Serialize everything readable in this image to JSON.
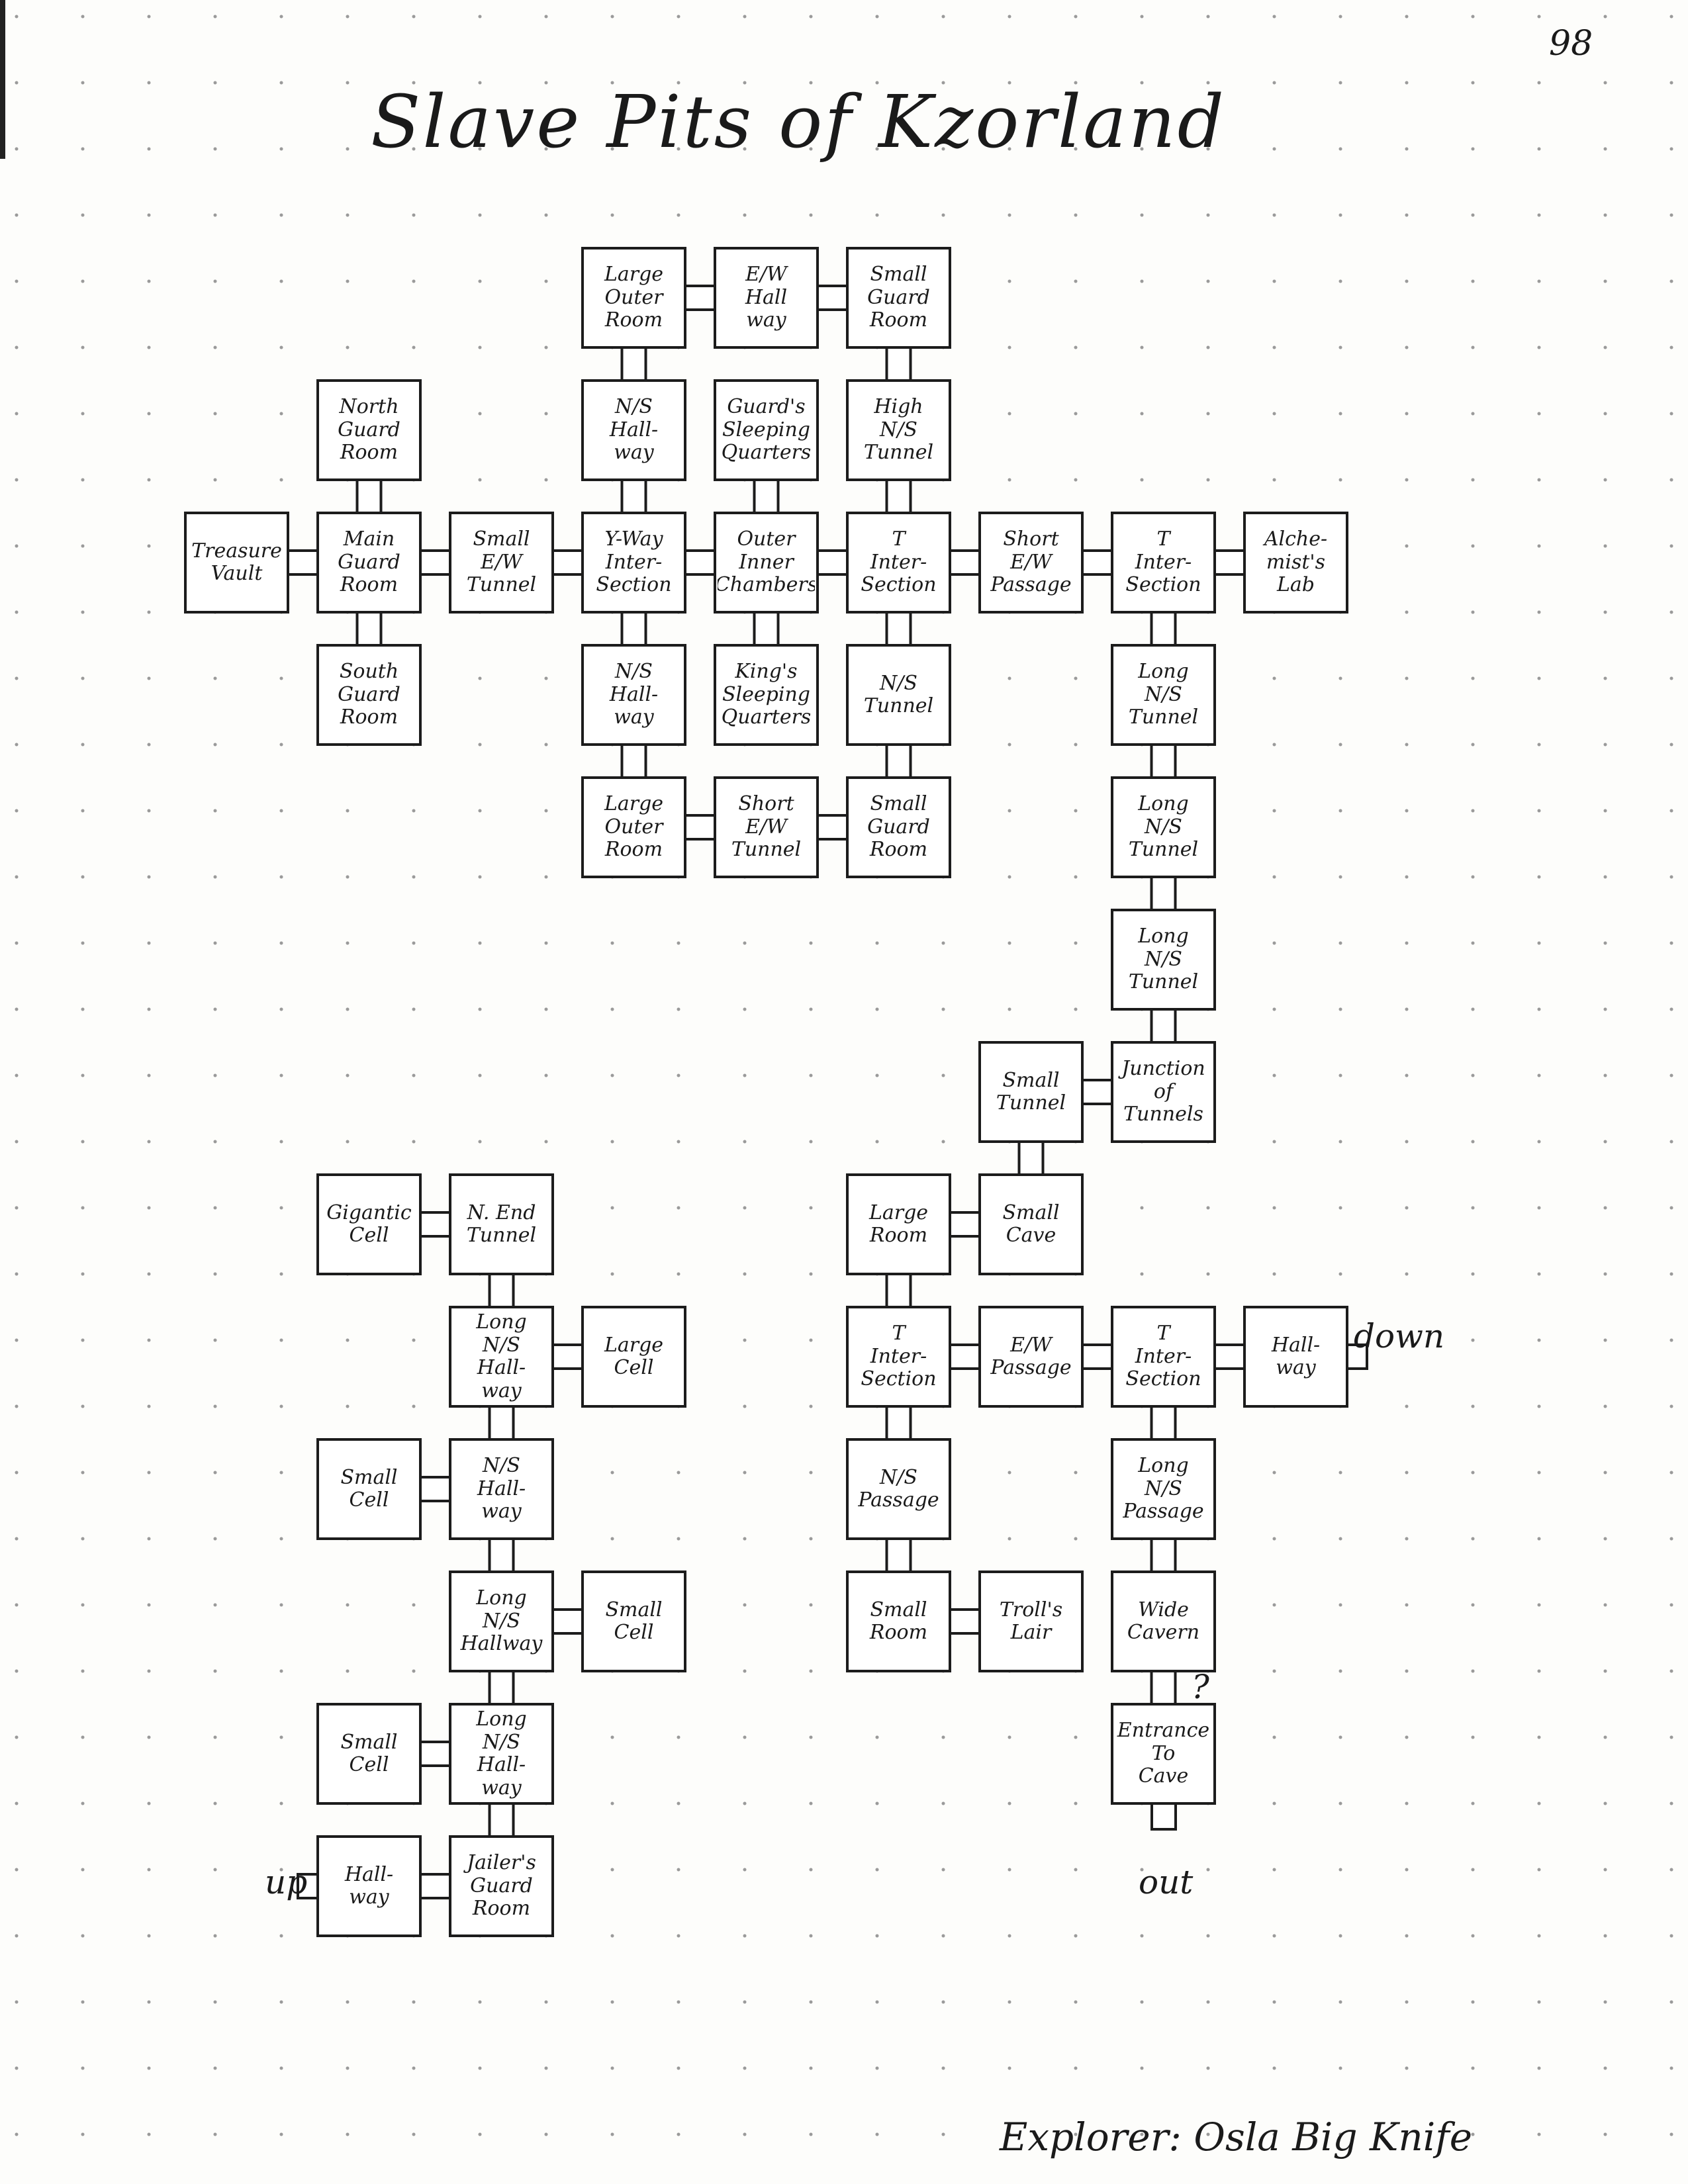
{
  "page_number": "98",
  "title": "Slave Pits of Kzorland",
  "explorer": "Explorer: Osla Big Knife",
  "notes": {
    "up": "up",
    "down": "down",
    "out": "out",
    "question": "?"
  },
  "rooms": [
    {
      "id": "large-outer-room-nw",
      "label": "Large\nOuter\nRoom"
    },
    {
      "id": "ew-hallway-top",
      "label": "E/W\nHall\nway"
    },
    {
      "id": "small-guard-room-ne",
      "label": "Small\nGuard\nRoom"
    },
    {
      "id": "north-guard-room",
      "label": "North\nGuard\nRoom"
    },
    {
      "id": "ns-hallway-upper",
      "label": "N/S\nHall-\nway"
    },
    {
      "id": "guards-sleeping-quarters",
      "label": "Guard's\nSleeping\nQuarters"
    },
    {
      "id": "high-ns-tunnel",
      "label": "High\nN/S\nTunnel"
    },
    {
      "id": "treasure-vault",
      "label": "Treasure\nVault"
    },
    {
      "id": "main-guard-room",
      "label": "Main\nGuard\nRoom"
    },
    {
      "id": "small-ew-tunnel",
      "label": "Small\nE/W\nTunnel"
    },
    {
      "id": "y-way-intersection",
      "label": "Y-Way\nInter-\nSection"
    },
    {
      "id": "outer-inner-chambers",
      "label": "Outer\nInner\nChambers"
    },
    {
      "id": "t-intersection-1",
      "label": "T\nInter-\nSection"
    },
    {
      "id": "short-ew-passage",
      "label": "Short\nE/W\nPassage"
    },
    {
      "id": "t-intersection-2",
      "label": "T\nInter-\nSection"
    },
    {
      "id": "alchemists-lab",
      "label": "Alche-\nmist's\nLab"
    },
    {
      "id": "south-guard-room",
      "label": "South\nGuard\nRoom"
    },
    {
      "id": "ns-hallway-lower",
      "label": "N/S\nHall-\nway"
    },
    {
      "id": "kings-sleeping-quarters",
      "label": "King's\nSleeping\nQuarters"
    },
    {
      "id": "ns-tunnel",
      "label": "N/S\nTunnel"
    },
    {
      "id": "long-ns-tunnel-1",
      "label": "Long\nN/S\nTunnel"
    },
    {
      "id": "large-outer-room-sw",
      "label": "Large\nOuter\nRoom"
    },
    {
      "id": "short-ew-tunnel",
      "label": "Short\nE/W\nTunnel"
    },
    {
      "id": "small-guard-room-se",
      "label": "Small\nGuard\nRoom"
    },
    {
      "id": "long-ns-tunnel-2",
      "label": "Long\nN/S\nTunnel"
    },
    {
      "id": "long-ns-tunnel-3",
      "label": "Long\nN/S\nTunnel"
    },
    {
      "id": "small-tunnel",
      "label": "Small\nTunnel"
    },
    {
      "id": "junction-of-tunnels",
      "label": "Junction\nof\nTunnels"
    },
    {
      "id": "gigantic-cell",
      "label": "Gigantic\nCell"
    },
    {
      "id": "n-end-tunnel",
      "label": "N. End\nTunnel"
    },
    {
      "id": "large-room",
      "label": "Large\nRoom"
    },
    {
      "id": "small-cave",
      "label": "Small\nCave"
    },
    {
      "id": "long-ns-hallway-1",
      "label": "Long\nN/S\nHall-\nway"
    },
    {
      "id": "large-cell",
      "label": "Large\nCell"
    },
    {
      "id": "t-intersection-3",
      "label": "T\nInter-\nSection"
    },
    {
      "id": "ew-passage",
      "label": "E/W\nPassage"
    },
    {
      "id": "t-intersection-4",
      "label": "T\nInter-\nSection"
    },
    {
      "id": "hallway-east",
      "label": "Hall-\nway"
    },
    {
      "id": "small-cell-1",
      "label": "Small\nCell"
    },
    {
      "id": "ns-hallway-cells",
      "label": "N/S\nHall-\nway"
    },
    {
      "id": "ns-passage",
      "label": "N/S\nPassage"
    },
    {
      "id": "long-ns-passage",
      "label": "Long\nN/S\nPassage"
    },
    {
      "id": "long-ns-hallway-2",
      "label": "Long\nN/S\nHallway"
    },
    {
      "id": "small-cell-2",
      "label": "Small\nCell"
    },
    {
      "id": "small-room",
      "label": "Small\nRoom"
    },
    {
      "id": "trolls-lair",
      "label": "Troll's\nLair"
    },
    {
      "id": "wide-cavern",
      "label": "Wide\nCavern"
    },
    {
      "id": "small-cell-3",
      "label": "Small\nCell"
    },
    {
      "id": "long-ns-hallway-3",
      "label": "Long\nN/S\nHall-\nway"
    },
    {
      "id": "entrance-to-cave",
      "label": "Entrance\nTo\nCave"
    },
    {
      "id": "hallway-west",
      "label": "Hall-\nway"
    },
    {
      "id": "jailers-guard-room",
      "label": "Jailer's\nGuard\nRoom"
    }
  ]
}
